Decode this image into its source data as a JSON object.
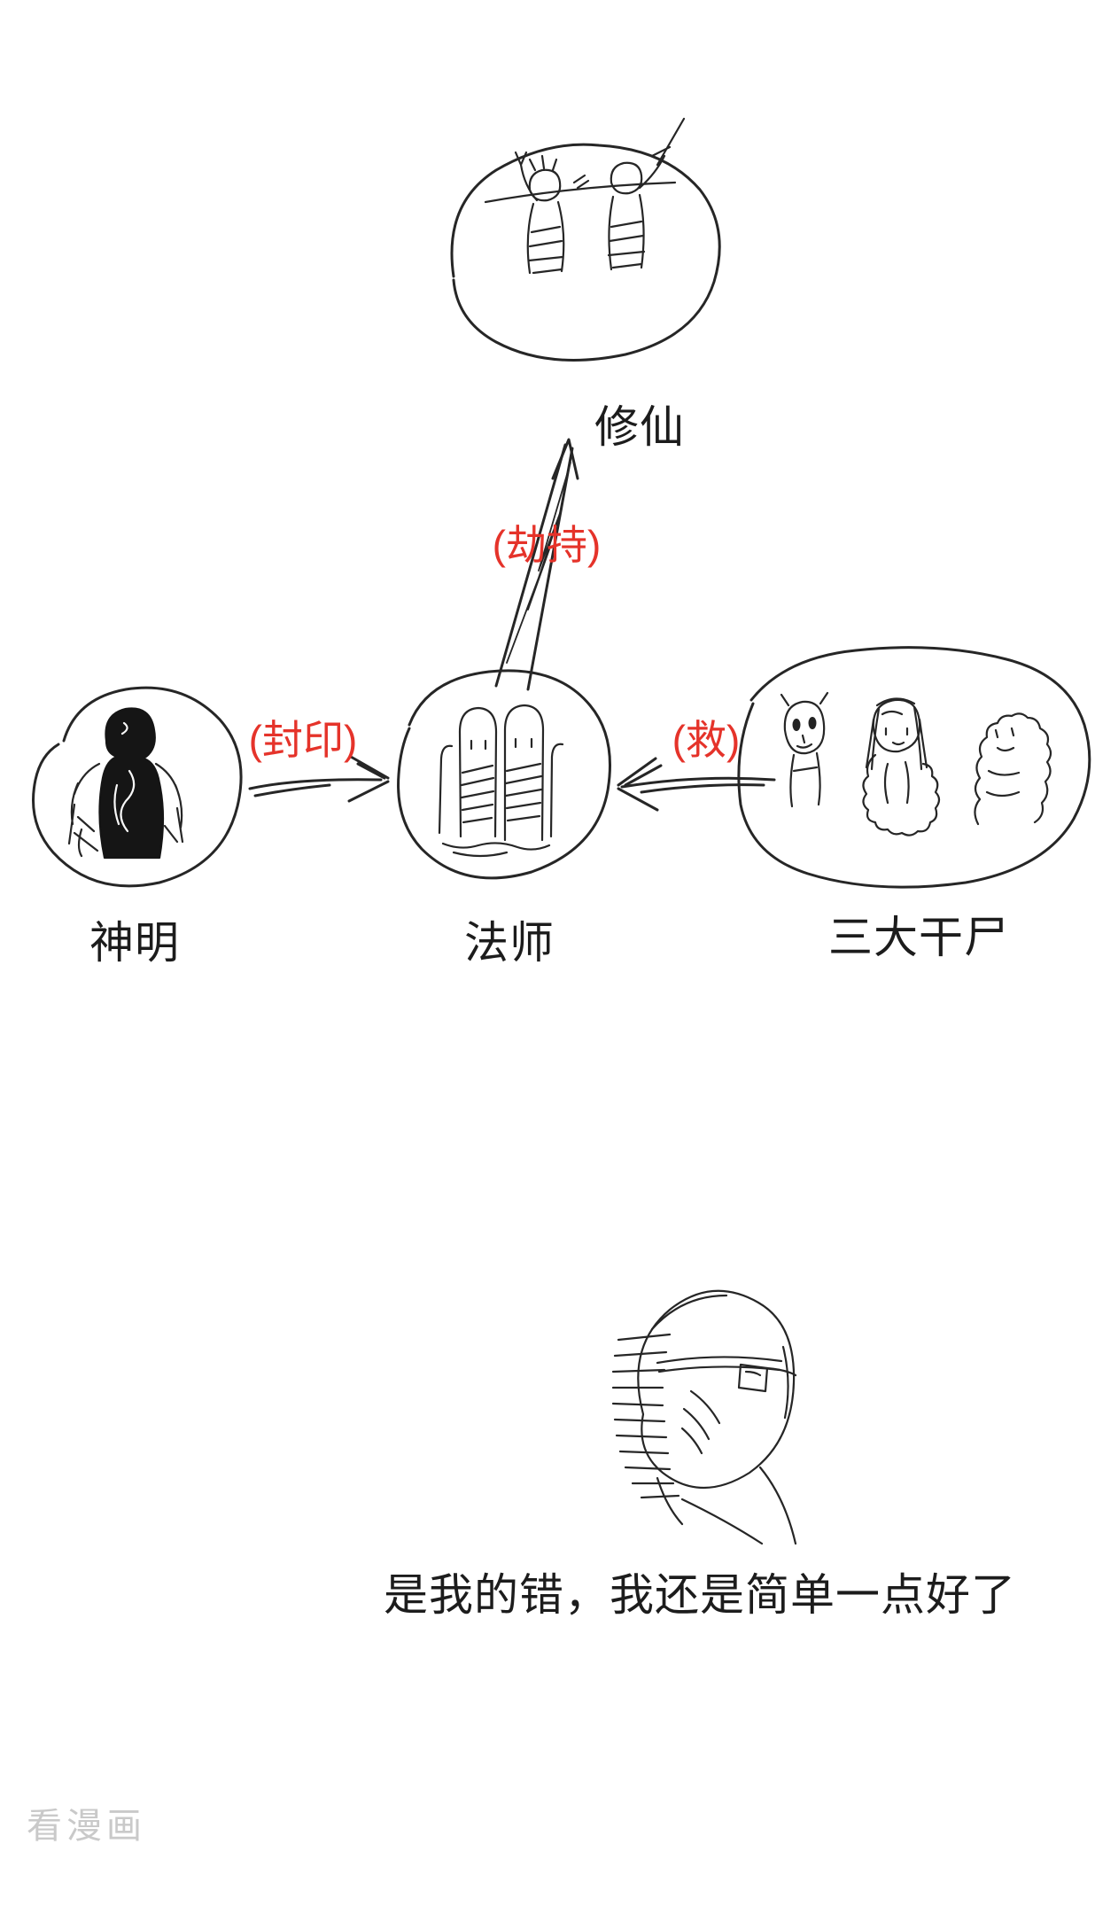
{
  "page": {
    "bg": "#ffffff",
    "ink": "#262626",
    "red": "#e5332a",
    "watermark_color": "#c9c9c9"
  },
  "diagram": {
    "nodes": {
      "xiuxian": {
        "label": "修仙"
      },
      "shenming": {
        "label": "神明"
      },
      "fashi": {
        "label": "法师"
      },
      "mummies": {
        "label": "三大干尸"
      }
    },
    "edges": {
      "hijack": {
        "label": "(劫持)",
        "from": "fashi",
        "to": "xiuxian"
      },
      "seal": {
        "label": "(封印)",
        "from": "shenming",
        "to": "fashi"
      },
      "save": {
        "label": "(救)",
        "from": "mummies",
        "to": "fashi"
      }
    }
  },
  "caption": {
    "text": "是我的错，我还是简单一点好了"
  },
  "watermark": {
    "text": "看漫画"
  }
}
